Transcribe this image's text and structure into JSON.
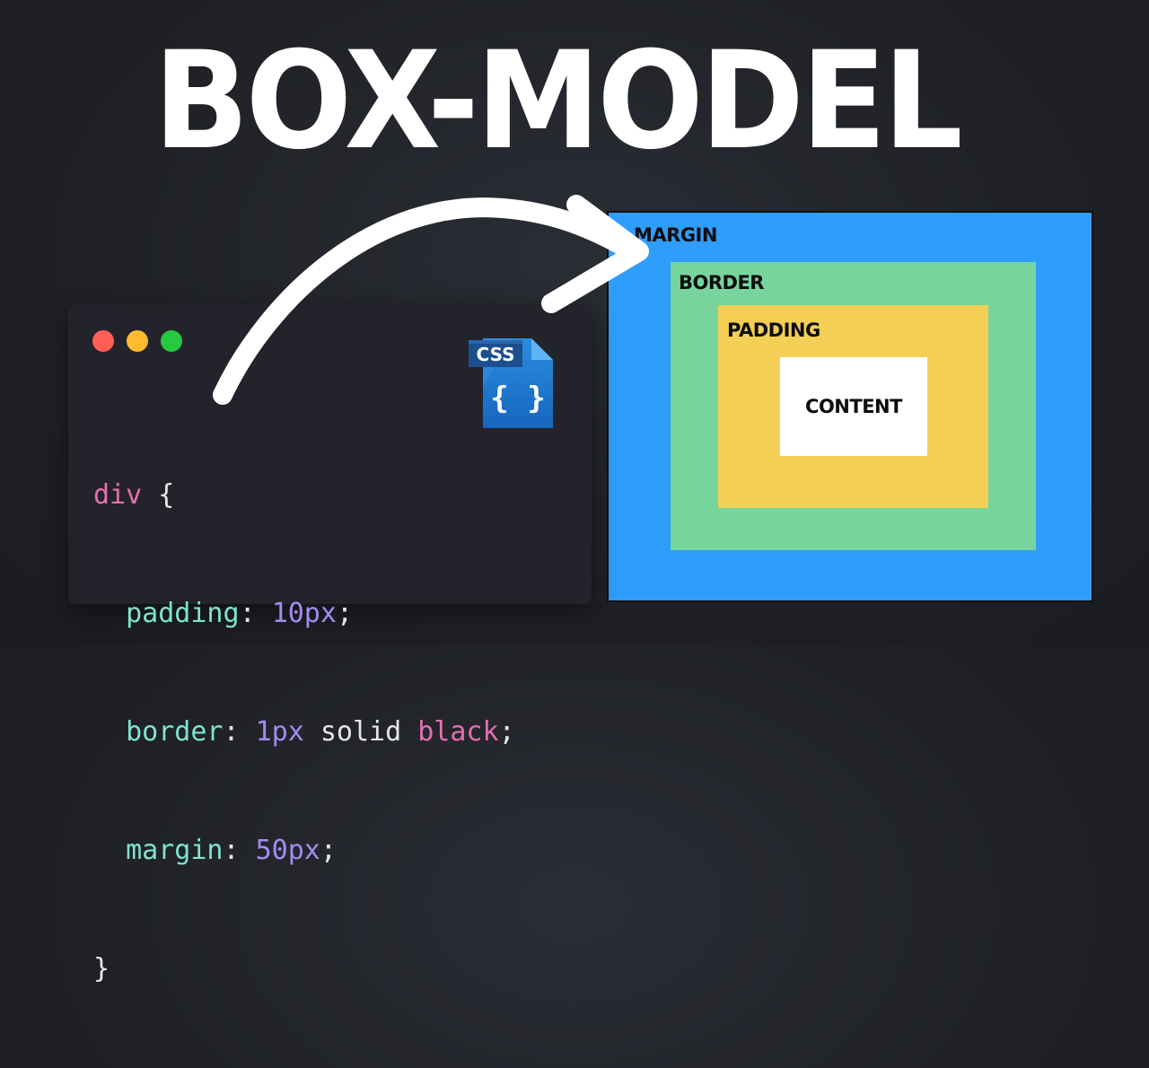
{
  "title": "BOX-MODEL",
  "code_window": {
    "dot_colors": [
      "#ff5f57",
      "#febc2e",
      "#28c840"
    ],
    "file_icon": {
      "name": "css-file-icon",
      "badge": "CSS",
      "glyph": "{ }"
    },
    "lines": [
      {
        "selector": "div",
        "brace": " {"
      },
      {
        "property": "padding",
        "colon": ": ",
        "value": "10px",
        "semicolon": ";"
      },
      {
        "property": "border",
        "colon": ": ",
        "value": "1px",
        "rest": " solid ",
        "keyword": "black",
        "semicolon": ";"
      },
      {
        "property": "margin",
        "colon": ": ",
        "value": "50px",
        "semicolon": ";"
      },
      {
        "brace": "}"
      }
    ]
  },
  "diagram": {
    "margin_label": "MARGIN",
    "border_label": "BORDER",
    "padding_label": "PADDING",
    "content_label": "CONTENT",
    "colors": {
      "margin": "#2f9dfb",
      "border": "#77d49d",
      "padding": "#f3cf56",
      "content": "#ffffff"
    }
  },
  "arrow_icon": "curved-arrow-icon"
}
